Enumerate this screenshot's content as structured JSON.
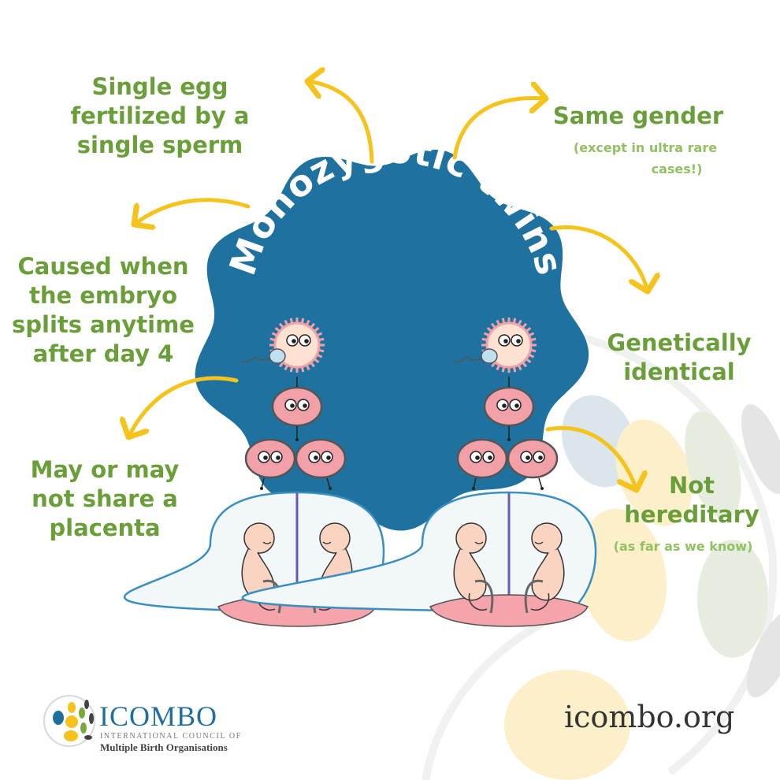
{
  "title": "Monozygotic twins",
  "facts": {
    "single_egg": [
      "Single egg",
      "fertilized by a",
      "single sperm"
    ],
    "same_gender": [
      "Same gender"
    ],
    "same_gender_note": [
      "(except in ultra rare",
      "cases!)"
    ],
    "caused_when": [
      "Caused when",
      "the embryo",
      "splits anytime",
      "after day 4"
    ],
    "genetically": [
      "Genetically",
      "identical"
    ],
    "placenta": [
      "May or may",
      "not share a",
      "placenta"
    ],
    "hereditary": [
      "Not",
      "hereditary"
    ],
    "hereditary_note": "(as far as we know)"
  },
  "logo": {
    "name": "ICOMBO",
    "line1": "INTERNATIONAL COUNCIL OF",
    "line2": "Multiple Birth Organisations"
  },
  "website": "icombo.org",
  "colors": {
    "blob": "#1f72a0",
    "label_green": "#6a9e38",
    "note_green": "#92c062",
    "arrow_yellow": "#f5c31c",
    "cell_pink": "#f2a0a8"
  }
}
